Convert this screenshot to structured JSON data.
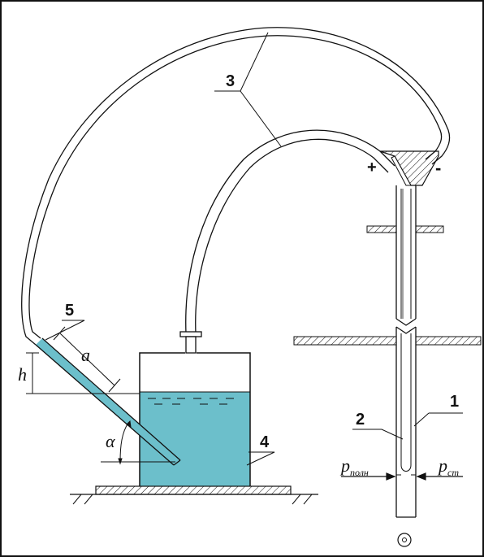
{
  "labels": {
    "n1": "1",
    "n2": "2",
    "n3": "3",
    "n4": "4",
    "n5": "5",
    "plus": "+",
    "minus": "-",
    "a": "a",
    "h": "h",
    "alpha": "α",
    "p_poln_main": "p",
    "p_poln_sub": "полн",
    "p_st_main": "p",
    "p_st_sub": "ст"
  },
  "colors": {
    "liquid": "#6cbfcb",
    "line": "#111111",
    "hatch": "#111111"
  }
}
